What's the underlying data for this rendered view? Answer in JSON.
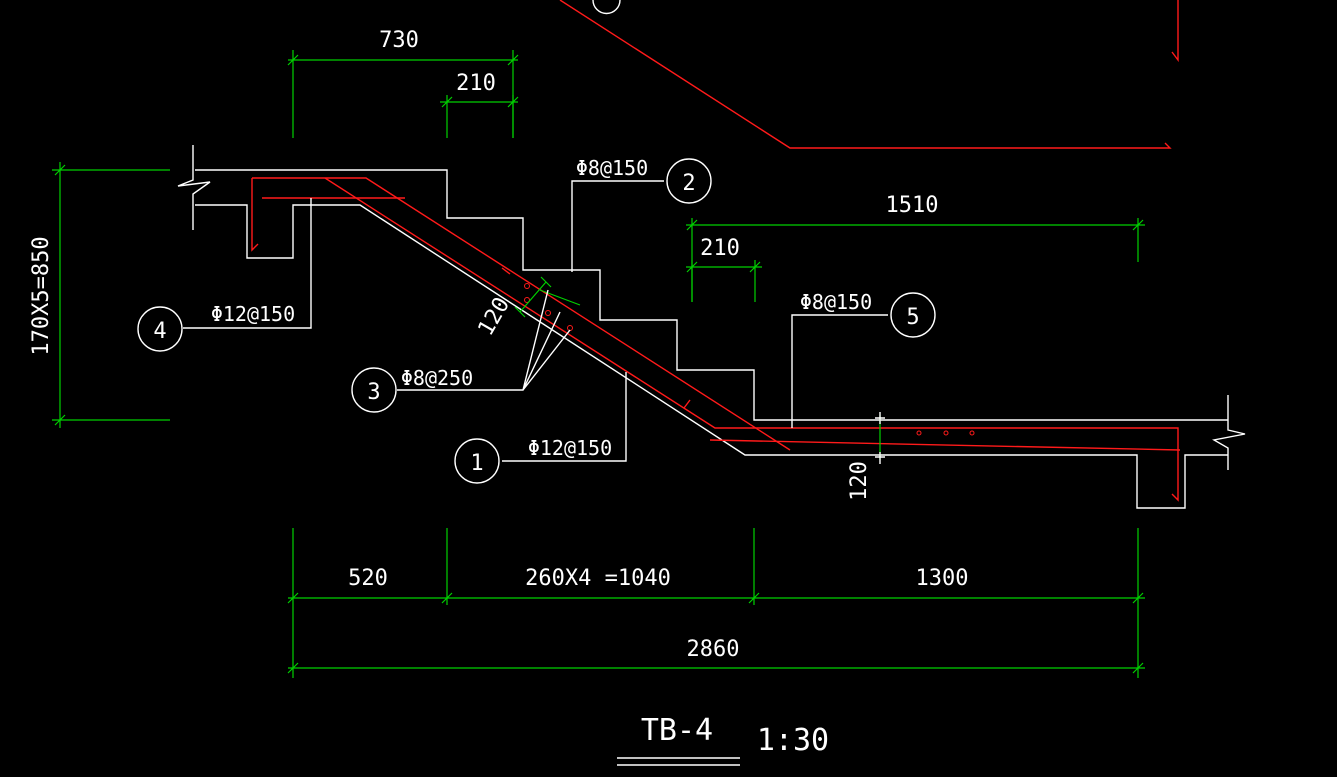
{
  "colors": {
    "background": "#000000",
    "concrete": "#ffffff",
    "rebar": "#ff1a1a",
    "dimension": "#00d000"
  },
  "dimensions": {
    "top_overall": "730",
    "top_small": "210",
    "left_vertical": "170X5=850",
    "mid_right_overall": "1510",
    "mid_right_small": "210",
    "slab_thickness_incline": "120",
    "slab_thickness_flat": "120",
    "bottom_seg1": "520",
    "bottom_seg2": "260X4 =1040",
    "bottom_seg3": "1300",
    "bottom_total": "2860"
  },
  "callouts": [
    {
      "id": "1",
      "spec": "Φ12@150"
    },
    {
      "id": "2",
      "spec": "Φ8@150"
    },
    {
      "id": "3",
      "spec": "Φ8@250"
    },
    {
      "id": "4",
      "spec": "Φ12@150"
    },
    {
      "id": "5",
      "spec": "Φ8@150"
    }
  ],
  "title": {
    "name": "TB-4",
    "scale": "1:30"
  }
}
